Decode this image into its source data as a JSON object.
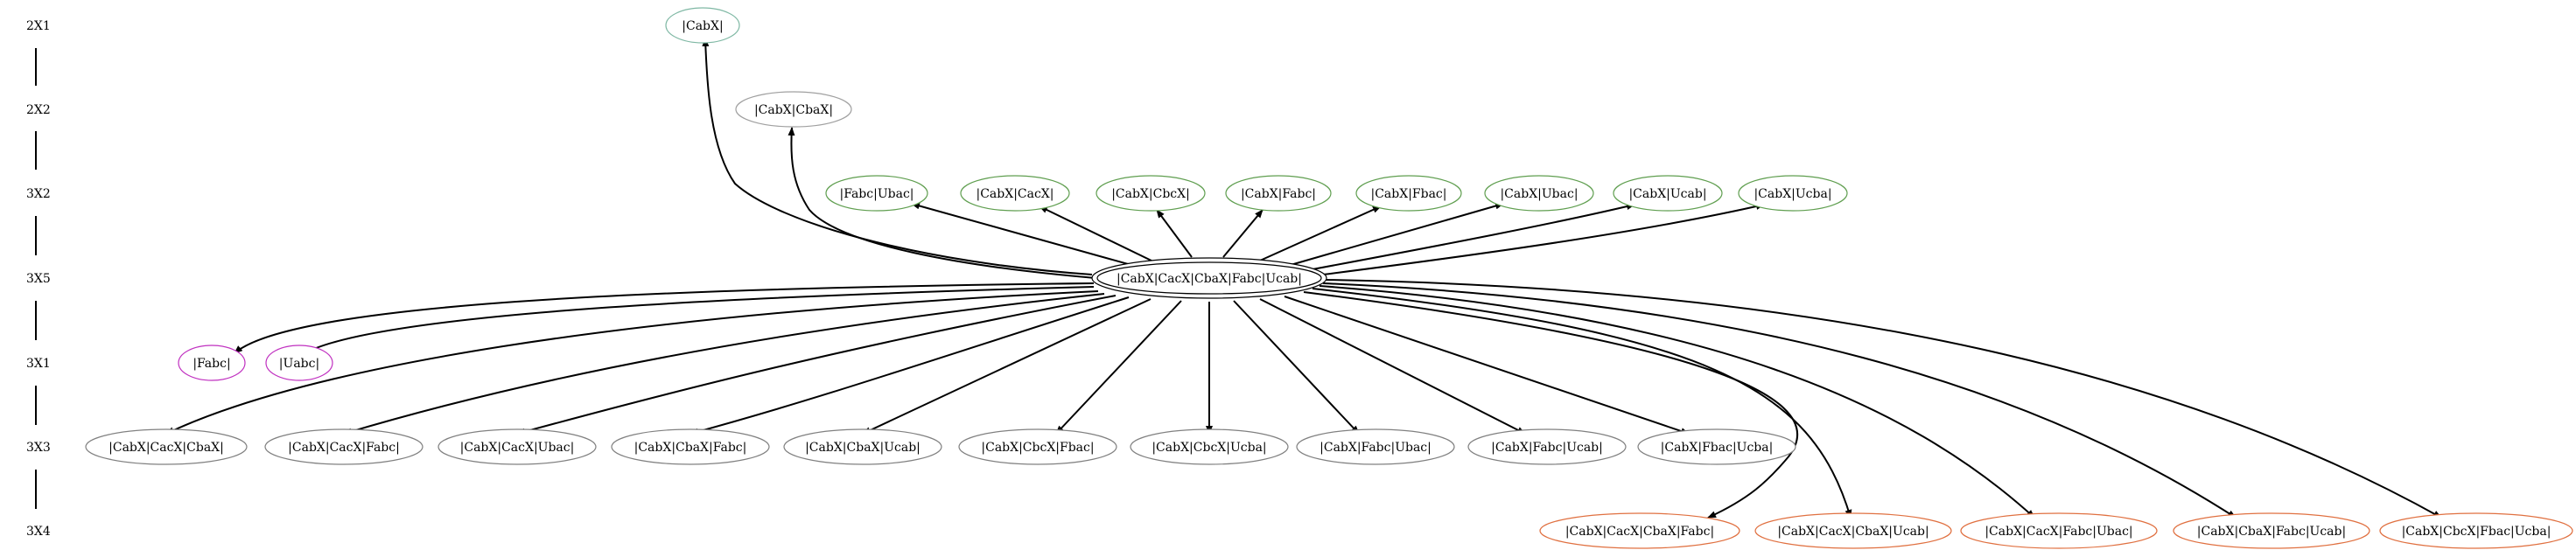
{
  "ranks": [
    "2X1",
    "2X2",
    "3X2",
    "3X5",
    "3X1",
    "3X3",
    "3X4"
  ],
  "colors": {
    "rank_2x1": "#7fb8a4",
    "rank_2x2": "#a0a0a0",
    "rank_3x2": "#5f9e4f",
    "rank_3x5": "#000000",
    "rank_3x1": "#c030c0",
    "rank_3x3": "#808080",
    "rank_3x4": "#e07040",
    "edge": "#000000"
  },
  "nodes": {
    "n_cabx": "|CabX|",
    "n_cabx_cbax": "|CabX|CbaX|",
    "n_fabc_ubac": "|Fabc|Ubac|",
    "n_cabx_cacx": "|CabX|CacX|",
    "n_cabx_cbcx": "|CabX|CbcX|",
    "n_cabx_fabc": "|CabX|Fabc|",
    "n_cabx_fbac": "|CabX|Fbac|",
    "n_cabx_ubac": "|CabX|Ubac|",
    "n_cabx_ucab": "|CabX|Ucab|",
    "n_cabx_ucba": "|CabX|Ucba|",
    "n_center": "|CabX|CacX|CbaX|Fabc|Ucab|",
    "n_fabc": "|Fabc|",
    "n_uabc": "|Uabc|",
    "n_cabx_cacx_cbax": "|CabX|CacX|CbaX|",
    "n_cabx_cacx_fabc": "|CabX|CacX|Fabc|",
    "n_cabx_cacx_ubac": "|CabX|CacX|Ubac|",
    "n_cabx_cbax_fabc": "|CabX|CbaX|Fabc|",
    "n_cabx_cbax_ucab": "|CabX|CbaX|Ucab|",
    "n_cabx_cbcx_fbac": "|CabX|CbcX|Fbac|",
    "n_cabx_cbcx_ucba": "|CabX|CbcX|Ucba|",
    "n_cabx_fabc_ubac": "|CabX|Fabc|Ubac|",
    "n_cabx_fabc_ucab": "|CabX|Fabc|Ucab|",
    "n_cabx_fbac_ucba": "|CabX|Fbac|Ucba|",
    "n_cabx_cacx_cbax_fabc": "|CabX|CacX|CbaX|Fabc|",
    "n_cabx_cacx_cbax_ucab": "|CabX|CacX|CbaX|Ucab|",
    "n_cabx_cacx_fabc_ubac": "|CabX|CacX|Fabc|Ubac|",
    "n_cabx_cbax_fabc_ucab": "|CabX|CbaX|Fabc|Ucab|",
    "n_cabx_cbcx_fbac_ucba": "|CabX|CbcX|Fbac|Ucba|"
  }
}
